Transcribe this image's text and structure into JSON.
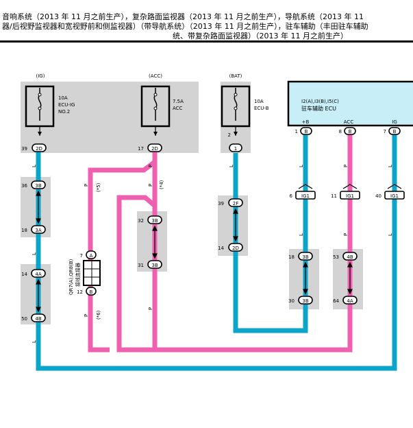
{
  "header": {
    "line1": "音响系统（2013 年 11 月之前生产），复杂路面监视器（2013 年 11 月之前生产），导航系统（2013 年 11",
    "line2": "器/后视野监视器和宽视野前和侧监视器）（带导航系统）（2013 年 11 月之前生产），驻车辅助（丰田驻车辅助",
    "line3": "统、带复杂路面监视器）（2013 年 11 月之前生产）"
  },
  "fuses": [
    {
      "source": "(IG)",
      "rating": "10A",
      "name1": "ECU-IG",
      "name2": "NO.2"
    },
    {
      "source": "(ACC)",
      "rating": "7.5A",
      "name1": "ACC",
      "name2": ""
    },
    {
      "source": "(BAT)",
      "rating": "10A",
      "name1": "ECU-B",
      "name2": ""
    }
  ],
  "ecu": {
    "code": "I2(A),I3(B),I5(C)",
    "name": "驻车辅助 ECU",
    "terminals": [
      {
        "label": "+B",
        "pin": "1",
        "conn": "B"
      },
      {
        "label": "ACC",
        "pin": "8",
        "conn": "B"
      },
      {
        "label": "IG",
        "pin": "7",
        "conn": "B"
      }
    ]
  },
  "connectors": {
    "c_2D_39": {
      "pin": "39",
      "conn": "2D"
    },
    "c_2D_17": {
      "pin": "17",
      "conn": "2D"
    },
    "c_1_2": {
      "pin": "2",
      "conn": "1"
    },
    "c_3B_36": {
      "pin": "36",
      "conn": "3B"
    },
    "c_3A_18": {
      "pin": "18",
      "conn": "3A"
    },
    "c_4A_14": {
      "pin": "14",
      "conn": "4A"
    },
    "c_4B_50": {
      "pin": "50",
      "conn": "4B"
    },
    "c_3B_32": {
      "pin": "32",
      "conn": "3B"
    },
    "c_3B_31": {
      "pin": "31",
      "conn": "3B"
    },
    "c_2F_39": {
      "pin": "39",
      "conn": "2F"
    },
    "c_2D_14": {
      "pin": "14",
      "conn": "2D"
    },
    "c_3B_18": {
      "pin": "18",
      "conn": "3B"
    },
    "c_3B_30": {
      "pin": "30",
      "conn": "3B"
    },
    "c_4B_53": {
      "pin": "53",
      "conn": "4B"
    },
    "c_4A_64": {
      "pin": "64",
      "conn": "4A"
    },
    "c_IG1_6": {
      "pin": "6",
      "conn": "IG1"
    },
    "c_IG1_11": {
      "pin": "11",
      "conn": "IG1"
    },
    "c_IG1_40": {
      "pin": "40",
      "conn": "IG1"
    }
  },
  "junction": {
    "code": "QR7(A),QR8(B)",
    "name": "接线连接器",
    "pin_a": "7",
    "conn_a": "A",
    "pin_b": "12",
    "conn_b": "B"
  },
  "wire_labels": {
    "light_blue": "L",
    "pink": "P"
  },
  "notes": {
    "n5": "(*5)",
    "n4": "(*4)",
    "n6": "(*6)"
  },
  "colors": {
    "light_blue_wire": "#0aa5c8",
    "pink_wire": "#f060b0",
    "panel_gray": "#d3d3d3",
    "ecu_fill": "#c8eef8"
  }
}
